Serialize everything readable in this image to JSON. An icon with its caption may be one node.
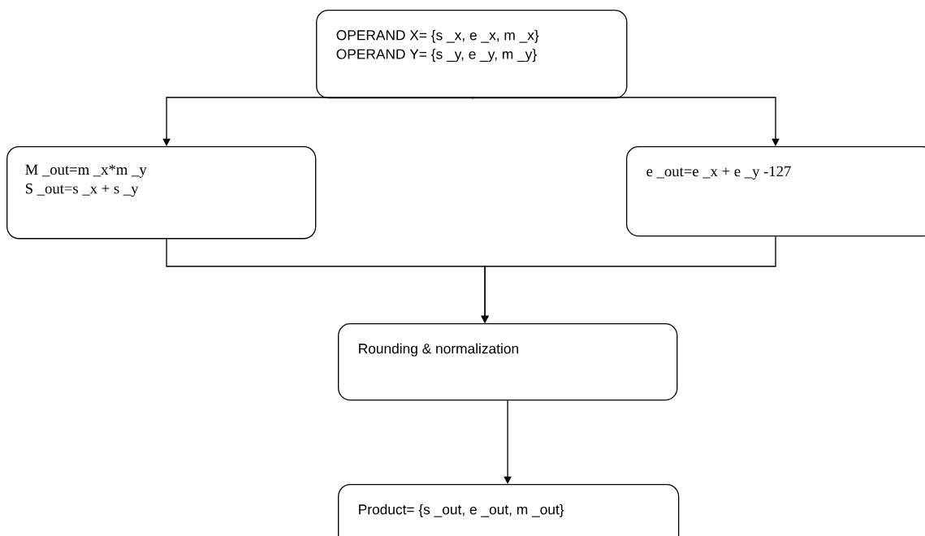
{
  "diagram": {
    "nodes": [
      {
        "text": [
          "OPERAND X= {s _x, e _x, m _x}",
          "OPERAND Y= {s _y, e _y, m _y}"
        ]
      },
      {
        "text": [
          "M _out=m _x*m _y",
          "S _out=s _x + s _y"
        ]
      },
      {
        "text": [
          "e _out=e _x + e _y -127"
        ]
      },
      {
        "text": [
          "Rounding & normalization"
        ]
      },
      {
        "text": [
          "Product= {s _out, e _out, m _out}"
        ]
      }
    ],
    "edges": [
      {
        "from": 0,
        "to": 1,
        "arrow": "to"
      },
      {
        "from": 0,
        "to": 2,
        "arrow": "to"
      },
      {
        "from": 1,
        "to": 3,
        "arrow": "to"
      },
      {
        "from": 2,
        "to": 3,
        "arrow": "to"
      },
      {
        "from": 3,
        "to": 4,
        "arrow": "to"
      }
    ]
  }
}
